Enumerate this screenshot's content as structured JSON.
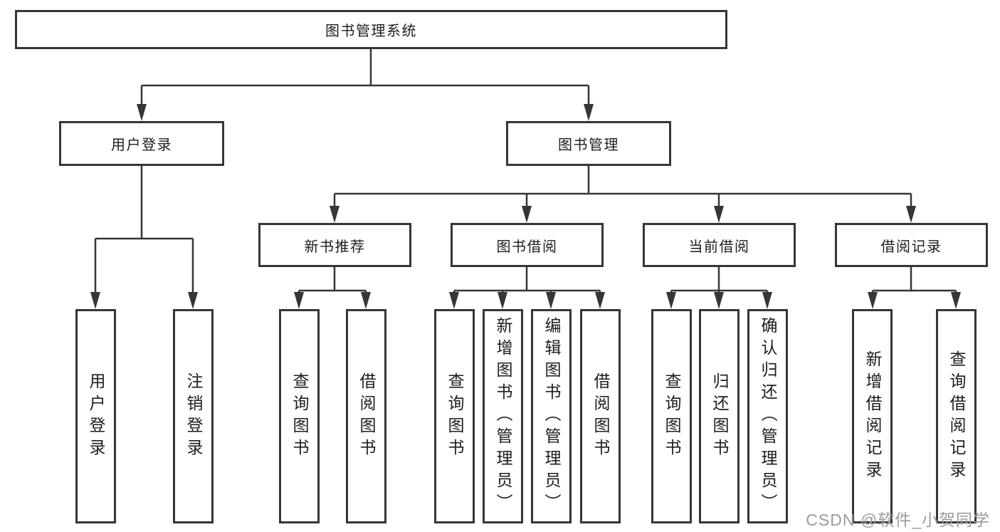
{
  "tree": {
    "root": {
      "label": "图书管理系统"
    },
    "user_login": {
      "label": "用户登录",
      "children": [
        "用户登录",
        "注销登录"
      ]
    },
    "book_mgmt": {
      "label": "图书管理",
      "sections": {
        "new_books": {
          "label": "新书推荐",
          "children": [
            "查询图书",
            "借阅图书"
          ]
        },
        "borrow": {
          "label": "图书借阅",
          "children": [
            "查询图书",
            "新增图书（管理员）",
            "编辑图书（管理员）",
            "借阅图书"
          ]
        },
        "current": {
          "label": "当前借阅",
          "children": [
            "查询图书",
            "归还图书",
            "确认归还（管理员）"
          ]
        },
        "records": {
          "label": "借阅记录",
          "children": [
            "新增借阅记录",
            "查询借阅记录"
          ]
        }
      }
    }
  },
  "colors": {
    "line": "#363636",
    "text": "#1d1d1d",
    "watermark": "#9b9b9b"
  },
  "watermark": {
    "label": "CSDN @软件_小贺同学"
  }
}
